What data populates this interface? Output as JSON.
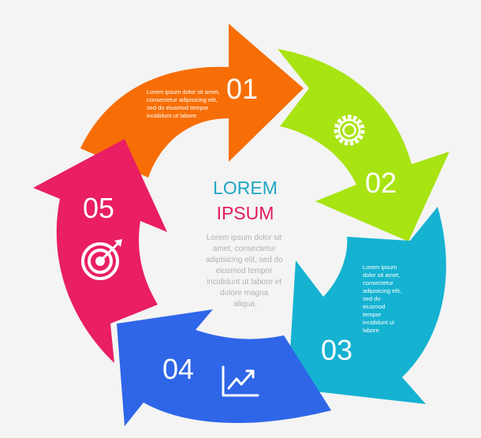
{
  "title": {
    "line1": "LOREM",
    "line2": "IPSUM"
  },
  "center_text": [
    "Lorem ipsum dolor sit",
    "amet, consectetur",
    "adipisicing elit, sed do",
    "eiusmod tempor",
    "incididunt ut labore et",
    "dolore magna",
    "aliqua."
  ],
  "steps": [
    {
      "number": "01",
      "color": "#f76e06",
      "icon": "",
      "text": [
        "Lorem ipsum dolor sit amet,",
        "consectetur adipisicing elit,",
        "sed do eiusmod tempor",
        "incididunt ut labore."
      ]
    },
    {
      "number": "02",
      "color": "#a8e312",
      "icon": "gear-icon",
      "text": []
    },
    {
      "number": "03",
      "color": "#15b2d1",
      "icon": "",
      "text": [
        "Lorem ipsum",
        "dolor sit amet,",
        "consectetur",
        "adipisicing elit,",
        "sed do",
        "eiusmod",
        "tempor",
        "incididunt ut",
        "labore."
      ]
    },
    {
      "number": "04",
      "color": "#2f66e8",
      "icon": "chart-growth-icon",
      "text": []
    },
    {
      "number": "05",
      "color": "#e91e63",
      "icon": "target-icon",
      "text": []
    }
  ]
}
